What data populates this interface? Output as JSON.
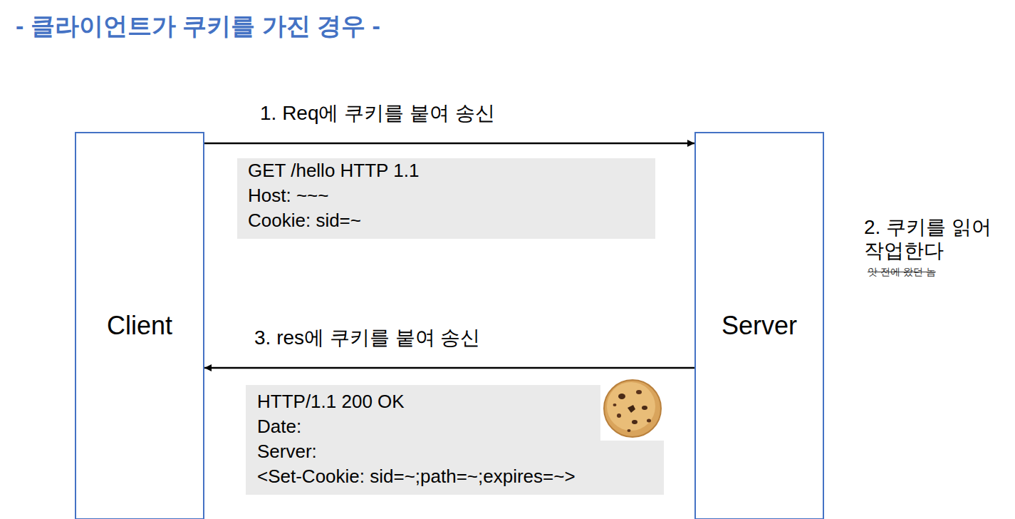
{
  "diagram": {
    "title": "- 클라이언트가 쿠키를 가진 경우 -",
    "nodes": [
      {
        "text": [
          "Client"
        ]
      },
      {
        "text": [
          "GET /hello HTTP 1.1",
          "Host: ~~~",
          "Cookie: sid=~"
        ]
      },
      {
        "text": [
          "Server"
        ]
      },
      {
        "text": [
          "HTTP/1.1 200 OK",
          "Date:",
          "Server:",
          "<Set-Cookie: sid=~;path=~;expires=~>"
        ]
      }
    ],
    "edges": [
      {
        "from": 0,
        "to": 2,
        "arrow": "to",
        "label": "1. Req에 쿠키를 붙여 송신"
      },
      {
        "from": 2,
        "to": 0,
        "arrow": "to",
        "label": "3. res에 쿠키를 붙여 송신"
      }
    ],
    "labels": [
      "2. 쿠키를 읽어 작업한다",
      "앗 전에 왔던 놈"
    ]
  }
}
